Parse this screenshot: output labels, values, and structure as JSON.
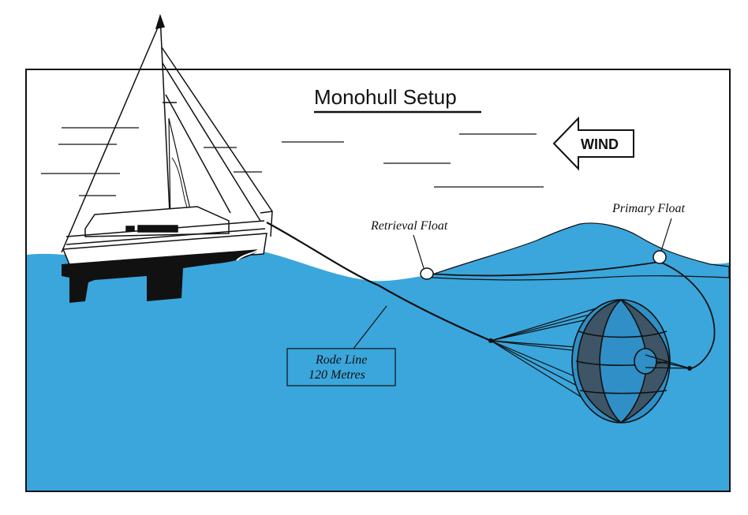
{
  "title": "Monohull Setup",
  "wind": {
    "label": "WIND"
  },
  "labels": {
    "retrieval_float": "Retrieval Float",
    "primary_float": "Primary Float",
    "rode_line_1": "Rode Line",
    "rode_line_2": "120 Metres"
  },
  "colors": {
    "sea": "#3aa6dc",
    "hull": "#111111",
    "chute_dark": "#3d5566",
    "chute_light": "#2f8fc6"
  }
}
